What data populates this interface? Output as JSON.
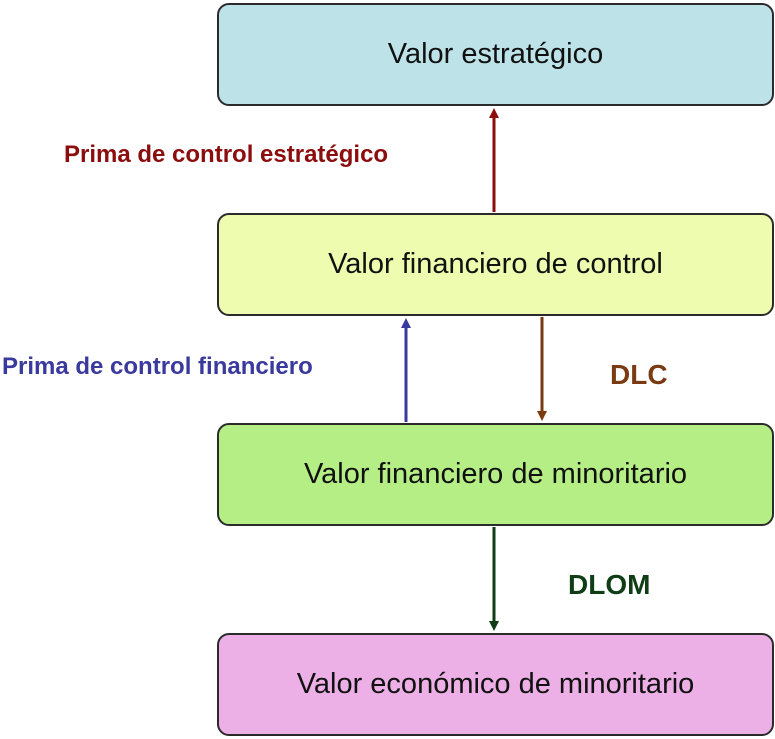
{
  "boxes": {
    "strategic_value": {
      "label": "Valor estratégico",
      "color": "#bde3e8"
    },
    "financial_control_value": {
      "label": "Valor financiero de control",
      "color": "#eefcb0"
    },
    "financial_minority_value": {
      "label": "Valor financiero de minoritario",
      "color": "#b6ee86"
    },
    "economic_minority_value": {
      "label": "Valor económico de minoritario",
      "color": "#ecb0e6"
    }
  },
  "labels": {
    "strategic_premium": {
      "text": "Prima de control estratégico",
      "color": "#8b0d0d"
    },
    "financial_premium": {
      "text": "Prima de control financiero",
      "color": "#3a3a9e"
    },
    "dlc": {
      "text": "DLC",
      "color": "#7a3a12"
    },
    "dlom": {
      "text": "DLOM",
      "color": "#0f3d16"
    }
  },
  "arrows": {
    "strategic_premium_arrow": {
      "color": "#8b0d0d",
      "direction": "up"
    },
    "financial_premium_arrow": {
      "color": "#3a3a9e",
      "direction": "up"
    },
    "dlc_arrow": {
      "color": "#7a3a12",
      "direction": "down"
    },
    "dlom_arrow": {
      "color": "#0f3d16",
      "direction": "down"
    }
  }
}
